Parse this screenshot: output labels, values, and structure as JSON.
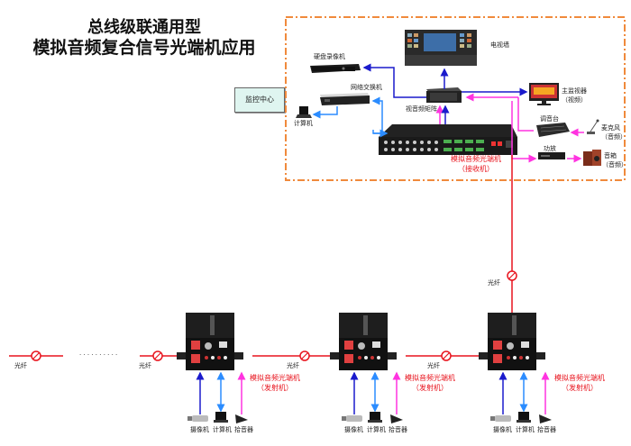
{
  "title": {
    "line1": "总线级联通用型",
    "line2": "模拟音频复合信号光端机应用"
  },
  "monitor_center": {
    "label": "监控中心",
    "devices": {
      "tv_wall": "电视墙",
      "dvr": "硬盘录像机",
      "network_switch": "网络交换机",
      "computer": "计算机",
      "av_matrix": "视音频矩阵",
      "main_monitor_line1": "主监视器",
      "main_monitor_line2": "（视频）",
      "mixer": "调音台",
      "microphone_line1": "麦克风",
      "microphone_line2": "（音频）",
      "amplifier": "功放",
      "speaker_line1": "音箱",
      "speaker_line2": "（音频）"
    },
    "receiver": {
      "line1": "模拟音频光端机",
      "line2": "（接收机）"
    }
  },
  "fiber_label": "光纤",
  "ellipsis": "· · · · · · · · · ·",
  "transmitters": [
    {
      "line1": "模拟音频光端机",
      "line2": "（发射机）",
      "camera": "摄像机",
      "computer": "计算机",
      "pickup": "拾音器"
    },
    {
      "line1": "模拟音频光端机",
      "line2": "（发射机）",
      "camera": "摄像机",
      "computer": "计算机",
      "pickup": "拾音器"
    },
    {
      "line1": "模拟音频光端机",
      "line2": "（发射机）",
      "camera": "摄像机",
      "computer": "计算机",
      "pickup": "拾音器"
    }
  ],
  "colors": {
    "fiber": "#e8141e",
    "video": "#1a1acc",
    "network": "#2b8cff",
    "audio": "#ff33e0",
    "frame": "#f08a3c"
  }
}
